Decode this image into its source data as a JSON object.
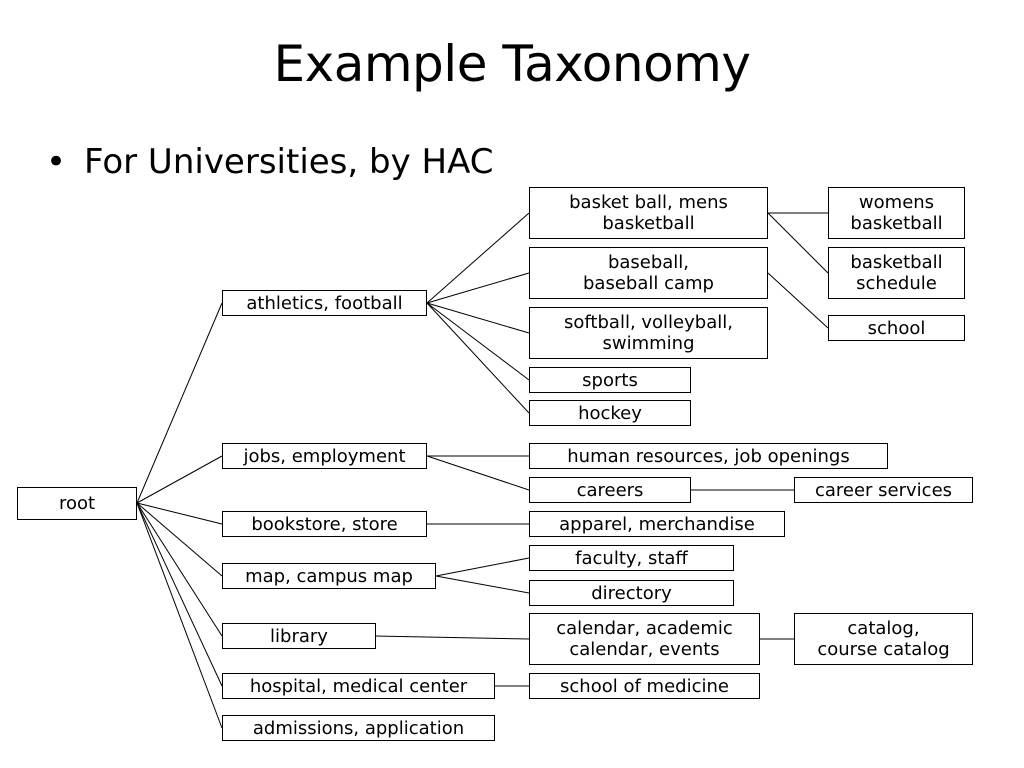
{
  "title": "Example Taxonomy",
  "bullet": "For Universities, by HAC",
  "bullet_glyph": "•",
  "nodes": {
    "root": "root",
    "athletics": "athletics, football",
    "jobs": "jobs, employment",
    "bookstore": "bookstore, store",
    "map": "map, campus map",
    "library": "library",
    "hospital": "hospital, medical center",
    "admissions": "admissions, application",
    "basketball": "basket ball, mens\nbasketball",
    "baseball": "baseball,\nbaseball camp",
    "softball": "softball, volleyball,\nswimming",
    "sports": "sports",
    "hockey": "hockey",
    "hr": "human resources, job openings",
    "careers": "careers",
    "apparel": "apparel, merchandise",
    "faculty": "faculty, staff",
    "directory": "directory",
    "calendar": "calendar, academic\ncalendar, events",
    "medicine": "school of medicine",
    "womens": "womens\nbasketball",
    "bbschedule": "basketball\nschedule",
    "school": "school",
    "careerservices": "career services",
    "catalog": "catalog,\ncourse catalog"
  }
}
